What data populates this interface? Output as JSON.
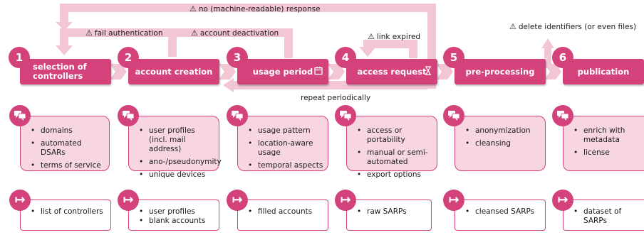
{
  "colors": {
    "accent": "#d3427a",
    "accent_light": "#f7d6e2",
    "flow": "#f3c6d6"
  },
  "feedback": {
    "no_response": "no (machine-readable) response",
    "fail_auth": "fail authentication",
    "account_deactivation": "account deactivation",
    "link_expired": "link expired",
    "repeat": "repeat periodically",
    "delete_identifiers": "delete identifiers (or even files)",
    "warn_icon": "⚠"
  },
  "steps": [
    {
      "number": "1",
      "label": "selection of controllers",
      "icon": ""
    },
    {
      "number": "2",
      "label": "account creation",
      "icon": ""
    },
    {
      "number": "3",
      "label": "usage period",
      "icon": "calendar-icon"
    },
    {
      "number": "4",
      "label": "access request",
      "icon": "hourglass-icon"
    },
    {
      "number": "5",
      "label": "pre-processing",
      "icon": ""
    },
    {
      "number": "6",
      "label": "publication",
      "icon": ""
    }
  ],
  "considerations": [
    [
      "domains",
      "automated DSARs",
      "terms of service"
    ],
    [
      "user profiles (incl. mail address)",
      "ano-/pseudonymity",
      "unique devices"
    ],
    [
      "usage pattern",
      "location-aware usage",
      "temporal aspects"
    ],
    [
      "access or portability",
      "manual or semi-automated",
      "export options"
    ],
    [
      "anonymization",
      "cleansing"
    ],
    [
      "enrich with metadata",
      "license"
    ]
  ],
  "outputs": [
    [
      "list of controllers"
    ],
    [
      "user profiles",
      "blank accounts"
    ],
    [
      "filled accounts"
    ],
    [
      "raw SARPs"
    ],
    [
      "cleansed SARPs"
    ],
    [
      "dataset of SARPs"
    ]
  ]
}
